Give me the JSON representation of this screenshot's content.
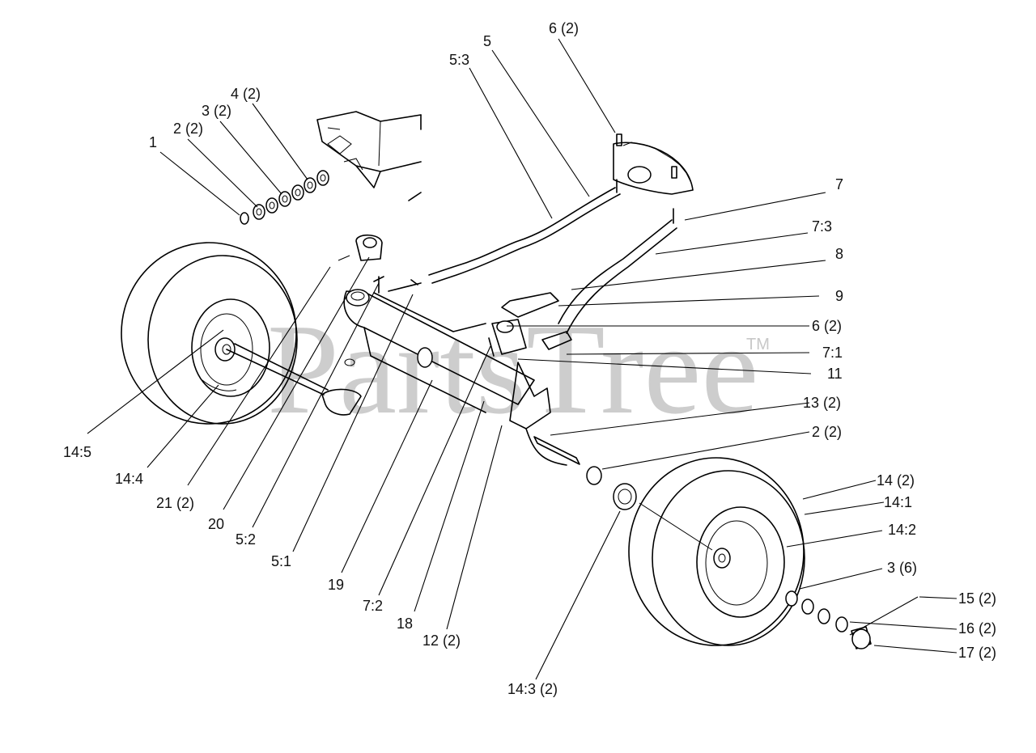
{
  "watermark": {
    "text": "PartsTree",
    "tm": "TM"
  },
  "labels": [
    {
      "id": "1",
      "text": "1"
    },
    {
      "id": "2-2",
      "text": "2 (2)"
    },
    {
      "id": "3-2",
      "text": "3 (2)"
    },
    {
      "id": "4-2",
      "text": "4 (2)"
    },
    {
      "id": "5-3",
      "text": "5:3"
    },
    {
      "id": "5",
      "text": "5"
    },
    {
      "id": "6-2-top",
      "text": "6 (2)"
    },
    {
      "id": "7",
      "text": "7"
    },
    {
      "id": "7-3",
      "text": "7:3"
    },
    {
      "id": "8",
      "text": "8"
    },
    {
      "id": "9",
      "text": "9"
    },
    {
      "id": "6-2-mid",
      "text": "6 (2)"
    },
    {
      "id": "7-1",
      "text": "7:1"
    },
    {
      "id": "11",
      "text": "11"
    },
    {
      "id": "13-2",
      "text": "13 (2)"
    },
    {
      "id": "2-2-right",
      "text": "2 (2)"
    },
    {
      "id": "14-2",
      "text": "14 (2)"
    },
    {
      "id": "14-1",
      "text": "14:1"
    },
    {
      "id": "14-2b",
      "text": "14:2"
    },
    {
      "id": "3-6",
      "text": "3 (6)"
    },
    {
      "id": "15-2",
      "text": "15 (2)"
    },
    {
      "id": "16-2",
      "text": "16 (2)"
    },
    {
      "id": "17-2",
      "text": "17 (2)"
    },
    {
      "id": "14-3-2",
      "text": "14:3 (2)"
    },
    {
      "id": "12-2",
      "text": "12 (2)"
    },
    {
      "id": "18",
      "text": "18"
    },
    {
      "id": "7-2",
      "text": "7:2"
    },
    {
      "id": "19",
      "text": "19"
    },
    {
      "id": "5-1",
      "text": "5:1"
    },
    {
      "id": "5-2",
      "text": "5:2"
    },
    {
      "id": "20",
      "text": "20"
    },
    {
      "id": "21-2",
      "text": "21 (2)"
    },
    {
      "id": "14-4",
      "text": "14:4"
    },
    {
      "id": "14-5",
      "text": "14:5"
    }
  ]
}
